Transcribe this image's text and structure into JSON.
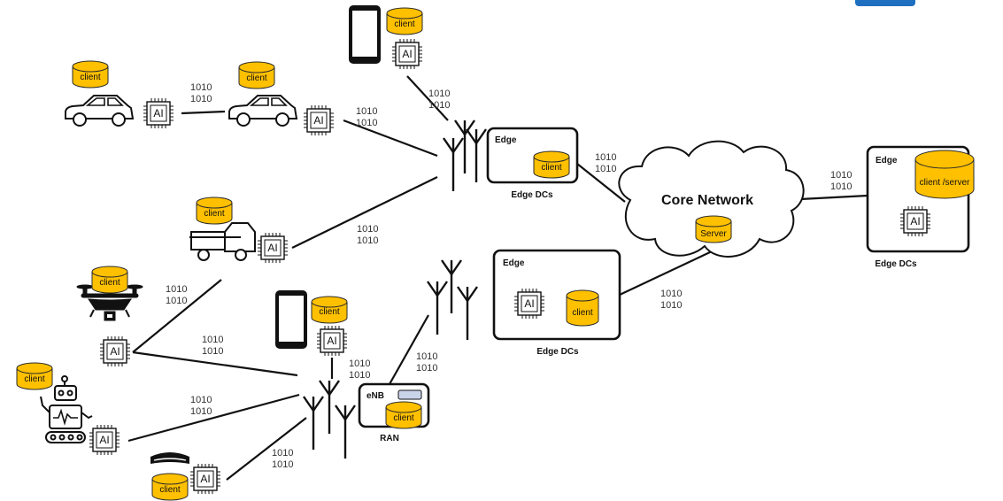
{
  "colors": {
    "client_fill": "#ffc000",
    "client_stroke": "#2b2b2b",
    "line": "#111111",
    "tab_blue": "#1f6fc0",
    "enb_display": "#c9d3ea"
  },
  "labels": {
    "client": "client",
    "ai": "AI",
    "bits_line1": "1010",
    "bits_line2": "1010",
    "edge": "Edge",
    "edge_dcs": "Edge DCs",
    "core_network": "Core Network",
    "server": "Server",
    "client_server": "client /server",
    "enb": "eNB",
    "ran": "RAN"
  },
  "icons": [
    "car-icon",
    "phone-icon",
    "truck-icon",
    "drone-icon",
    "robot-icon",
    "vr-headset-icon",
    "antenna-icon",
    "ai-chip-icon",
    "database-icon",
    "cloud-icon"
  ]
}
